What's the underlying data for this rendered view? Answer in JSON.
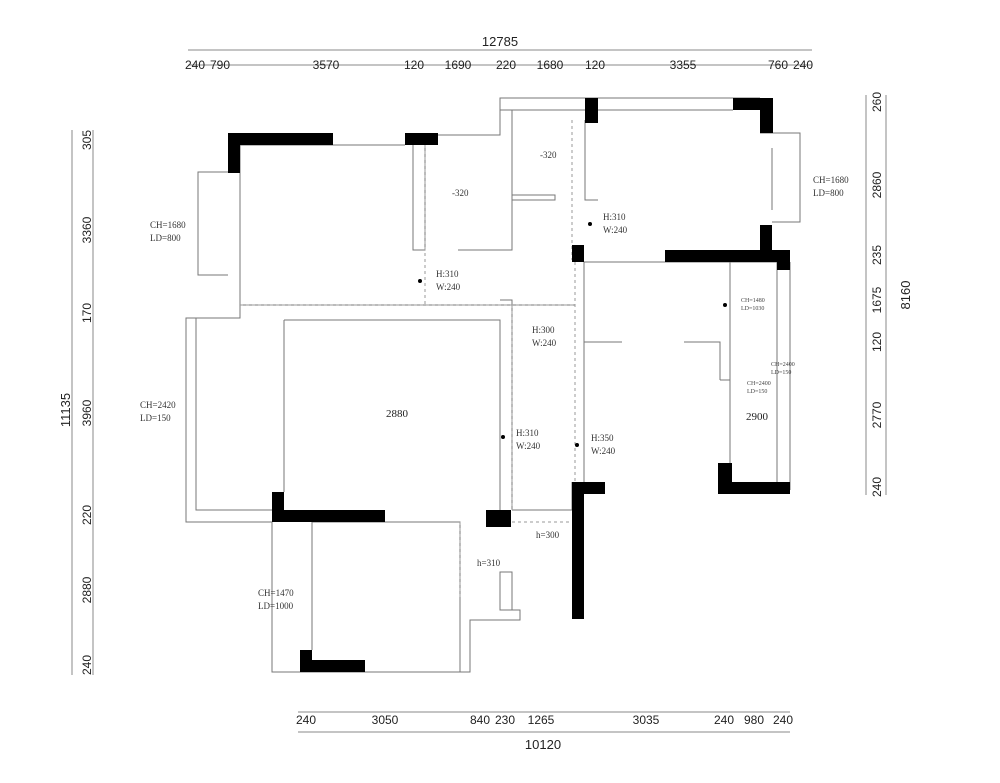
{
  "dimensions": {
    "top_total": "12785",
    "top_segments": [
      "240",
      "790",
      "3570",
      "120",
      "1690",
      "220",
      "1680",
      "120",
      "3355",
      "760",
      "240"
    ],
    "bottom_total": "10120",
    "bottom_segments": [
      "240",
      "3050",
      "840",
      "230",
      "1265",
      "3035",
      "240",
      "980",
      "240"
    ],
    "left_total": "11135",
    "left_segments": [
      "305",
      "3360",
      "170",
      "3960",
      "220",
      "2880",
      "240"
    ],
    "right_total": "8160",
    "right_segments": [
      "260",
      "2860",
      "235",
      "1675",
      "120",
      "2770",
      "240"
    ]
  },
  "annotations": [
    "CH=1680",
    "LD=800",
    "CH=1680",
    "LD=800",
    "CH=2420",
    "LD=150",
    "CH=1470",
    "LD=1000",
    "-320",
    "-320",
    "H:310",
    "W:240",
    "H:310",
    "W:240",
    "H:300",
    "W:240",
    "H:310",
    "W:240",
    "H:350",
    "W:240",
    "h=300",
    "h=310"
  ],
  "tiny_annotations": [
    "CH=1480",
    "LD=1030",
    "CH=2400",
    "LD=150",
    "CH=2400",
    "LD=150"
  ],
  "areas": [
    "2880",
    "2900"
  ]
}
